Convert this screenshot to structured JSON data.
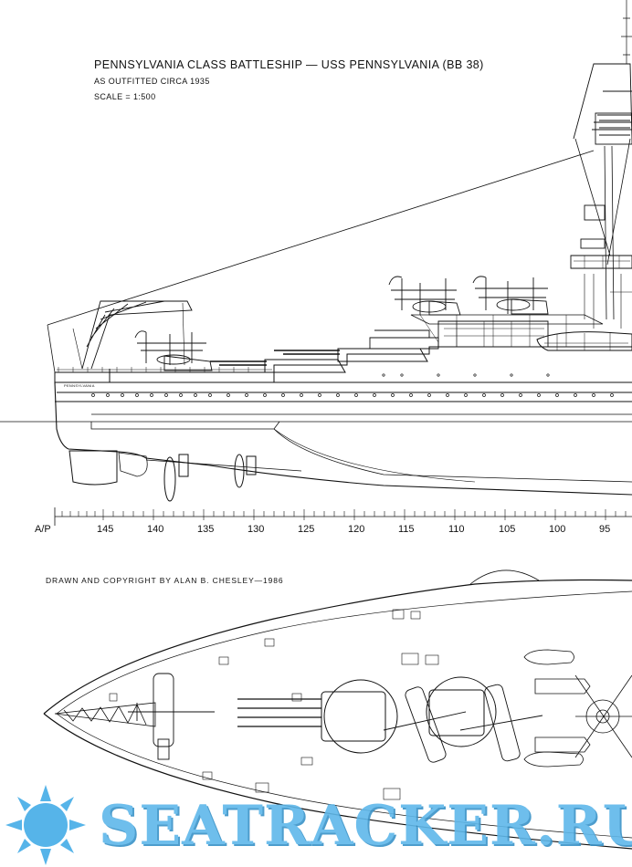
{
  "title": "PENNSYLVANIA CLASS BATTLESHIP — USS PENNSYLVANIA (BB 38)",
  "subtitle": "AS OUTFITTED CIRCA 1935",
  "scale_note": "SCALE = 1:500",
  "credit": "DRAWN AND COPYRIGHT BY ALAN B. CHESLEY—1986",
  "hull_name_label": "PENNSYLVANIA",
  "scale_ruler": {
    "labels": [
      "A/P",
      "145",
      "140",
      "135",
      "130",
      "125",
      "120",
      "115",
      "110",
      "105",
      "100",
      "95"
    ]
  },
  "watermark": {
    "text": "SEATRACKER.RU",
    "icon": "sun-logo",
    "color": "#5fb8ea"
  },
  "icons": [
    "biplane-icon",
    "crane-icon",
    "gun-turret-icon",
    "mast-icon",
    "boat-icon"
  ]
}
